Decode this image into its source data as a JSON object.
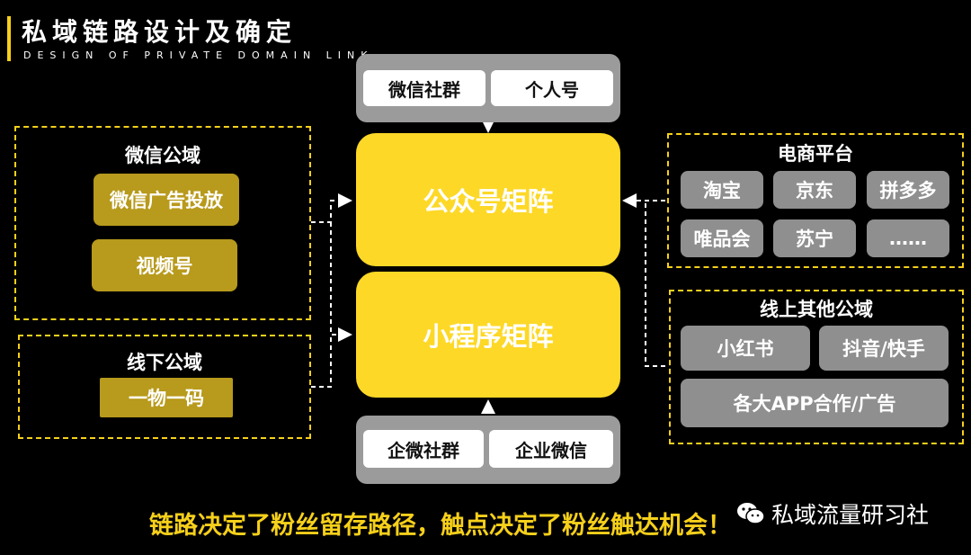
{
  "header": {
    "title": "私域链路设计及确定",
    "subtitle": "DESIGN OF PRIVATE DOMAIN LINK"
  },
  "top_panel": {
    "items": [
      "微信社群",
      "个人号"
    ]
  },
  "bottom_panel": {
    "items": [
      "企微社群",
      "企业微信"
    ]
  },
  "center": {
    "top_box": "公众号矩阵",
    "bottom_box": "小程序矩阵"
  },
  "left_sections": {
    "wechat_public": {
      "label": "微信公域",
      "items": [
        "微信广告投放",
        "视频号"
      ]
    },
    "offline_public": {
      "label": "线下公域",
      "items": [
        "一物一码"
      ]
    }
  },
  "right_sections": {
    "ecommerce": {
      "label": "电商平台",
      "items": [
        "淘宝",
        "京东",
        "拼多多",
        "唯品会",
        "苏宁",
        "……"
      ]
    },
    "other_online": {
      "label": "线上其他公域",
      "items": [
        "小红书",
        "抖音/快手",
        "各大APP合作/广告"
      ]
    }
  },
  "footer": {
    "slogan": "链路决定了粉丝留存路径，触点决定了粉丝触达机会！",
    "watermark": "私域流量研习社"
  },
  "colors": {
    "accent": "#f6d01a",
    "center_box": "#fdd826",
    "gold_item": "#b89a1c",
    "gray_item": "#8f8f8f",
    "background": "#000000"
  },
  "icons": {
    "watermark": "wechat-icon"
  }
}
